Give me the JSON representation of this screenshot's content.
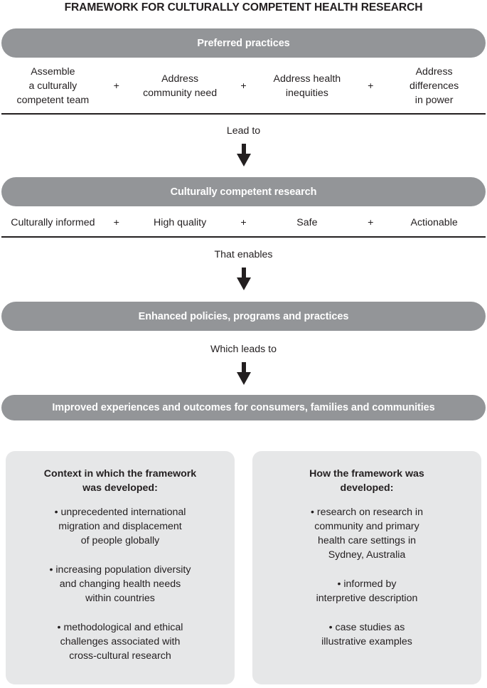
{
  "title": "FRAMEWORK FOR CULTURALLY COMPETENT HEALTH RESEARCH",
  "colors": {
    "bar_gray": "#939598",
    "card_gray": "#e6e7e8",
    "text_dark": "#231f20",
    "bar_text": "#ffffff"
  },
  "levels": [
    {
      "bar_label": "Preferred practices",
      "items": [
        "Assemble\na culturally\ncompetent team",
        "Address\ncommunity need",
        "Address health\ninequities",
        "Address\ndifferences\nin power"
      ],
      "separator": "+"
    },
    {
      "bar_label": "Culturally competent research",
      "items": [
        "Culturally informed",
        "High quality",
        "Safe",
        "Actionable"
      ],
      "separator": "+"
    },
    {
      "bar_label": "Enhanced policies, programs and practices",
      "items": [],
      "separator": "+"
    },
    {
      "bar_label": "Improved experiences and outcomes for consumers, families and communities",
      "items": [],
      "separator": "+"
    }
  ],
  "connectors": [
    "Lead to",
    "That enables",
    "Which leads to"
  ],
  "cards": [
    {
      "heading": "Context in which the framework\nwas developed:",
      "bullets": [
        "• unprecedented international\nmigration and displacement\nof people globally",
        "• increasing population diversity\nand changing health needs\nwithin countries",
        "• methodological and ethical\nchallenges associated with\ncross-cultural research"
      ]
    },
    {
      "heading": "How the framework was\ndeveloped:",
      "bullets": [
        "• research on research in\ncommunity and primary\nhealth care settings in\nSydney, Australia",
        "• informed by\ninterpretive description",
        "• case studies as\nillustrative examples"
      ]
    }
  ]
}
